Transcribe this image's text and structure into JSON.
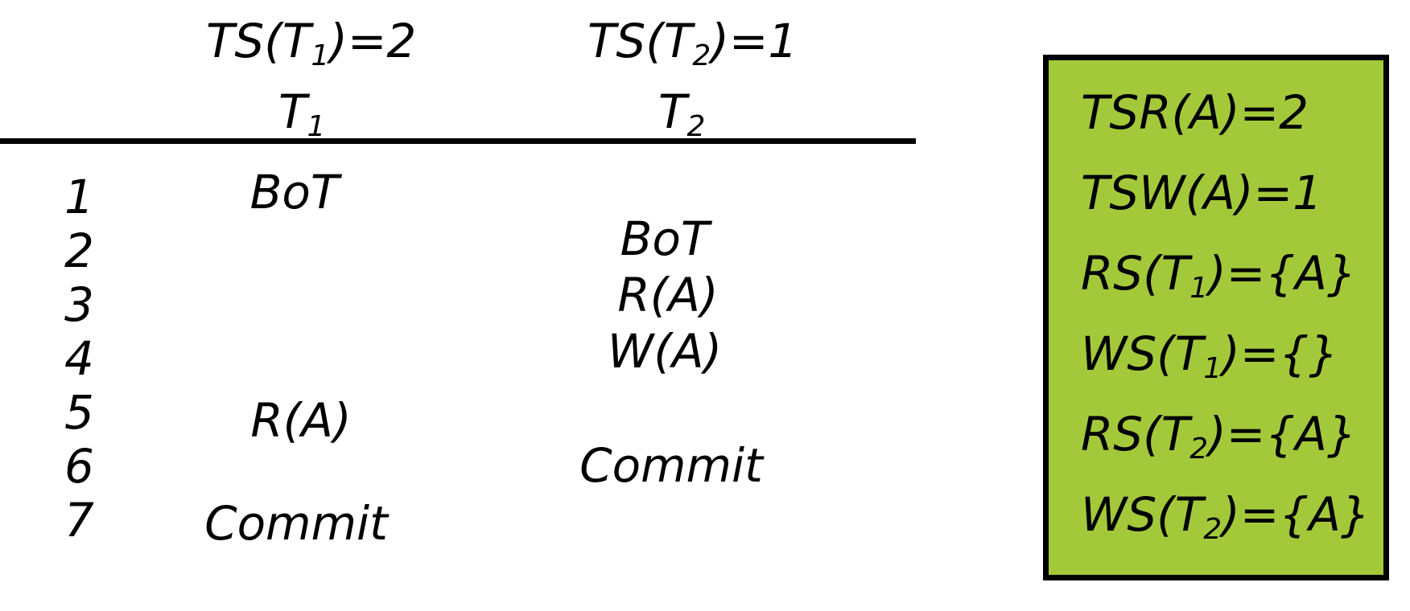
{
  "header": {
    "t1_ts": {
      "prefix": "TS(T",
      "sub": "1",
      "suffix": ")=2"
    },
    "t2_ts": {
      "prefix": "TS(T",
      "sub": "2",
      "suffix": ")=1"
    },
    "t1_name": {
      "prefix": "T",
      "sub": "1"
    },
    "t2_name": {
      "prefix": "T",
      "sub": "2"
    }
  },
  "steps": {
    "n1": "1",
    "n2": "2",
    "n3": "3",
    "n4": "4",
    "n5": "5",
    "n6": "6",
    "n7": "7",
    "t1_bot": "BoT",
    "t1_read": "R(A)",
    "t1_commit": "Commit",
    "t2_bot": "BoT",
    "t2_read": "R(A)",
    "t2_write": "W(A)",
    "t2_commit": "Commit"
  },
  "state_box": {
    "color": "#a3c93a",
    "tsr": "TSR(A)=2",
    "tsw": "TSW(A)=1",
    "rs_t1": {
      "prefix": "RS(T",
      "sub": "1",
      "suffix": ")={A}"
    },
    "ws_t1": {
      "prefix": "WS(T",
      "sub": "1",
      "suffix": ")={}"
    },
    "rs_t2": {
      "prefix": "RS(T",
      "sub": "2",
      "suffix": ")={A}"
    },
    "ws_t2": {
      "prefix": "WS(T",
      "sub": "2",
      "suffix": ")={A}"
    }
  }
}
